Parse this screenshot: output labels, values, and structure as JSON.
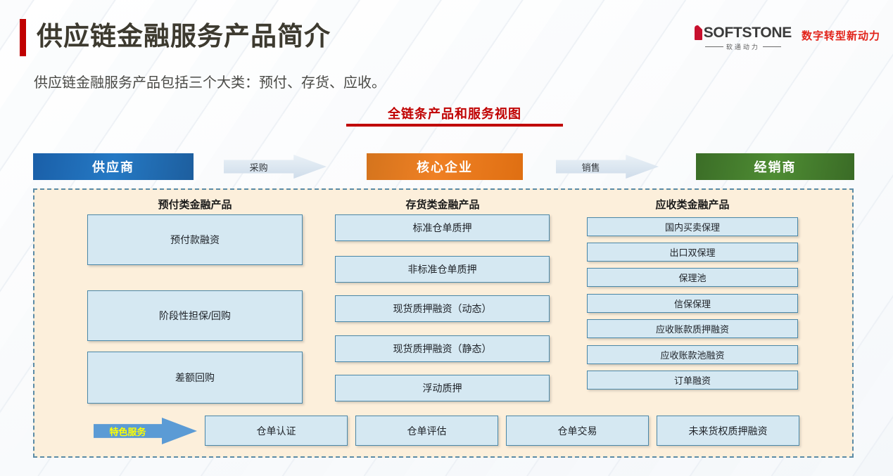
{
  "header": {
    "title": "供应链金融服务产品简介",
    "subtitle": "供应链金融服务产品包括三个大类：预付、存货、应收。",
    "accent_color": "#c00000"
  },
  "logo": {
    "wordmark": "SOFTSTONE",
    "cn_name": "软通动力",
    "slogan": "数字转型新动力",
    "mark_color": "#c8102e",
    "slogan_color": "#e2231a"
  },
  "diagram": {
    "title": "全链条产品和服务视图",
    "title_color": "#c00000",
    "chain": {
      "supplier": {
        "label": "供应商",
        "color": "#2579c4"
      },
      "purchase_arrow": {
        "label": "采购",
        "color": "#dbe6f0"
      },
      "core": {
        "label": "核心企业",
        "color": "#ef8024"
      },
      "sales_arrow": {
        "label": "销售",
        "color": "#dbe6f0"
      },
      "dealer": {
        "label": "经销商",
        "color": "#4e8c33"
      }
    },
    "panel": {
      "background": "#fcefdb",
      "border_color": "#5b8ba6",
      "columns": [
        {
          "header": "预付类金融产品",
          "items": [
            "预付款融资",
            "阶段性担保/回购",
            "差额回购"
          ]
        },
        {
          "header": "存货类金融产品",
          "items": [
            "标准仓单质押",
            "非标准仓单质押",
            "现货质押融资（动态）",
            "现货质押融资（静态）",
            "浮动质押"
          ]
        },
        {
          "header": "应收类金融产品",
          "items": [
            "国内买卖保理",
            "出口双保理",
            "保理池",
            "信保保理",
            "应收账款质押融资",
            "应收账款池融资",
            "订单融资"
          ]
        }
      ],
      "feature_row": {
        "arrow_label": "特色服务",
        "arrow_color": "#5b9bd5",
        "arrow_text_color": "#ffff00",
        "items": [
          "仓单认证",
          "仓单评估",
          "仓单交易",
          "未来货权质押融资"
        ]
      },
      "box_fill": "#d5e8f2",
      "box_border": "#4a87a8"
    }
  }
}
